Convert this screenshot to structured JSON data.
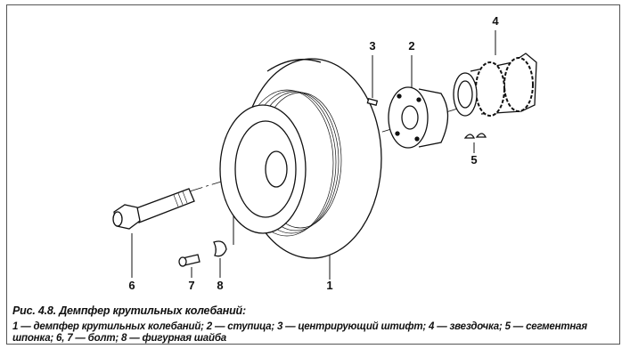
{
  "figure": {
    "labels": [
      "1",
      "2",
      "3",
      "4",
      "5",
      "6",
      "7",
      "8"
    ],
    "caption_title": "Рис. 4.8. Демпфер крутильных колебаний:",
    "caption_text": "1 — демпфер крутильных колебаний; 2 — ступица; 3 — центрирующий штифт; 4 — звездочка; 5 — сегментная шпонка; 6, 7 — болт; 8 — фигурная шайба"
  }
}
